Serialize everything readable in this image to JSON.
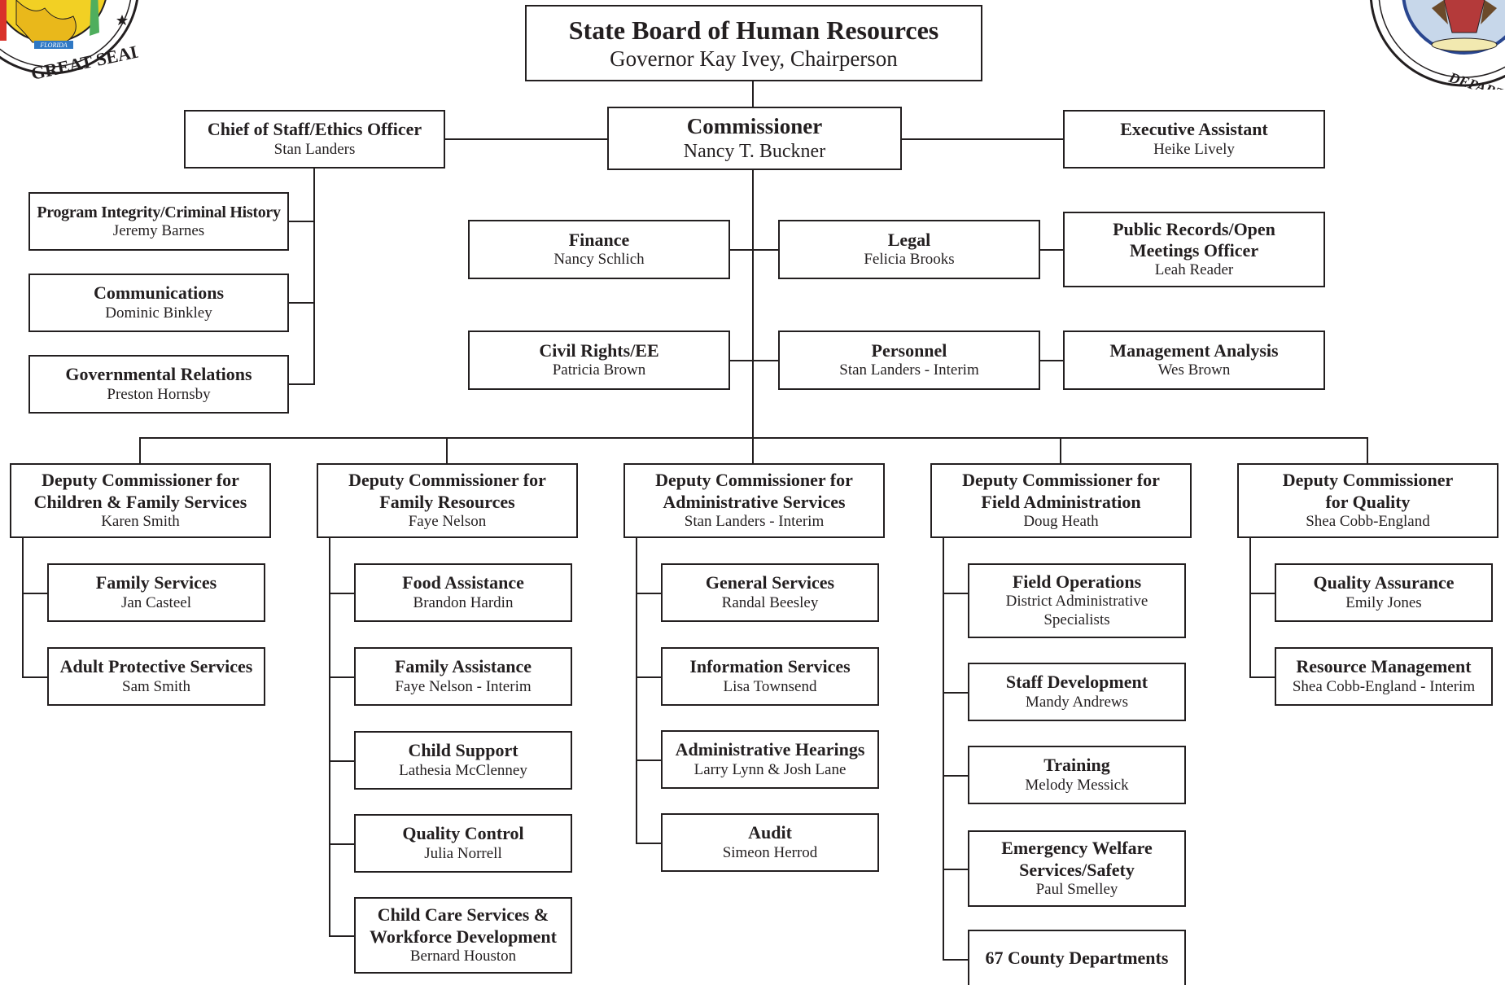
{
  "org": {
    "board": {
      "title": "State Board of Human Resources",
      "name": "Governor Kay Ivey, Chairperson"
    },
    "commissioner": {
      "title": "Commissioner",
      "name": "Nancy T. Buckner"
    },
    "chief_of_staff": {
      "title": "Chief of Staff/Ethics Officer",
      "name": "Stan Landers"
    },
    "executive_assistant": {
      "title": "Executive Assistant",
      "name": "Heike Lively"
    },
    "program_integrity": {
      "title": "Program Integrity/Criminal History",
      "name": "Jeremy Barnes"
    },
    "communications": {
      "title": "Communications",
      "name": "Dominic Binkley"
    },
    "governmental_relations": {
      "title": "Governmental Relations",
      "name": "Preston Hornsby"
    },
    "finance": {
      "title": "Finance",
      "name": "Nancy Schlich"
    },
    "legal": {
      "title": "Legal",
      "name": "Felicia Brooks"
    },
    "public_records": {
      "title_line1": "Public Records/Open",
      "title_line2": "Meetings Officer",
      "name": "Leah Reader"
    },
    "civil_rights": {
      "title": "Civil Rights/EE",
      "name": "Patricia Brown"
    },
    "personnel": {
      "title": "Personnel",
      "name": "Stan Landers - Interim"
    },
    "management_analysis": {
      "title": "Management Analysis",
      "name": "Wes Brown"
    },
    "deputies": [
      {
        "title_line1": "Deputy Commissioner for",
        "title_line2": "Children & Family Services",
        "name": "Karen Smith",
        "units": [
          {
            "title": "Family Services",
            "name": "Jan Casteel"
          },
          {
            "title": "Adult Protective Services",
            "name": "Sam Smith"
          }
        ]
      },
      {
        "title_line1": "Deputy Commissioner for",
        "title_line2": "Family Resources",
        "name": "Faye Nelson",
        "units": [
          {
            "title": "Food Assistance",
            "name": "Brandon Hardin"
          },
          {
            "title": "Family Assistance",
            "name": "Faye Nelson - Interim"
          },
          {
            "title": "Child Support",
            "name": "Lathesia McClenney"
          },
          {
            "title": "Quality Control",
            "name": "Julia Norrell"
          },
          {
            "title_line1": "Child Care Services &",
            "title_line2": "Workforce Development",
            "name": "Bernard Houston"
          }
        ]
      },
      {
        "title_line1": "Deputy Commissioner for",
        "title_line2": "Administrative Services",
        "name": "Stan Landers - Interim",
        "units": [
          {
            "title": "General Services",
            "name": "Randal Beesley"
          },
          {
            "title": "Information Services",
            "name": "Lisa Townsend"
          },
          {
            "title": "Administrative Hearings",
            "name": "Larry Lynn & Josh Lane"
          },
          {
            "title": "Audit",
            "name": "Simeon Herrod"
          }
        ]
      },
      {
        "title_line1": "Deputy Commissioner for",
        "title_line2": "Field Administration",
        "name": "Doug Heath",
        "units": [
          {
            "title": "Field Operations",
            "name_line1": "District Administrative",
            "name_line2": "Specialists"
          },
          {
            "title": "Staff Development",
            "name": "Mandy Andrews"
          },
          {
            "title": "Training",
            "name": "Melody Messick"
          },
          {
            "title_line1": "Emergency Welfare",
            "title_line2": "Services/Safety",
            "name": "Paul Smelley"
          },
          {
            "title": "67 County Departments"
          }
        ]
      },
      {
        "title_line1": "Deputy Commissioner",
        "title_line2": "for Quality",
        "name": "Shea Cobb-England",
        "units": [
          {
            "title": "Quality Assurance",
            "name": "Emily Jones"
          },
          {
            "title": "Resource Management",
            "name": "Shea Cobb-England - Interim"
          }
        ]
      }
    ]
  },
  "seals": {
    "left": {
      "map_label": "FLORIDA",
      "ring_text": "GREAT SEAL",
      "icon": "state-great-seal-icon"
    },
    "right": {
      "ring_text": "DEPARTMENT OF HUMAN",
      "icon": "dhr-seal-icon"
    }
  },
  "colors": {
    "ink": "#231f20",
    "seal_left_gold": "#f2d024",
    "seal_left_green": "#4fae5d",
    "seal_left_red": "#d9322a",
    "seal_right_blue": "#29468f"
  }
}
